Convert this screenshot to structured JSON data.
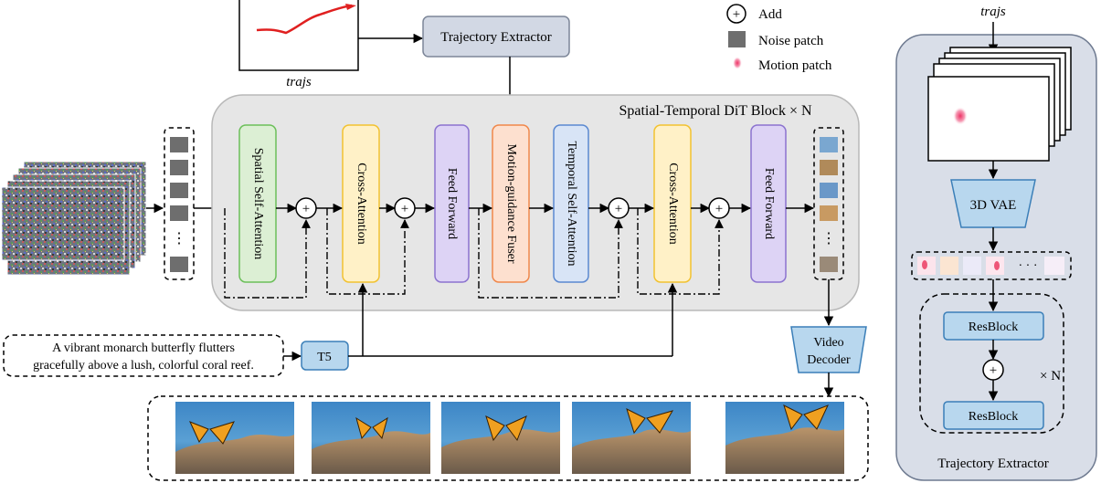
{
  "legend": {
    "add_label": "Add",
    "noise_label": "Noise patch",
    "motion_label": "Motion patch"
  },
  "inputs": {
    "traj_label": "trajs",
    "prompt_line1": "A vibrant monarch butterfly flutters",
    "prompt_line2": "gracefully above a lush, colorful coral reef."
  },
  "blocks": {
    "trajectory_extractor": "Trajectory Extractor",
    "dit_title": "Spatial-Temporal DiT Block × N",
    "spatial_self_attention": "Spatial Self-Attention",
    "cross_attention_1": "Cross-Attention",
    "feed_forward_1": "Feed Forward",
    "motion_guidance_fuser": "Motion-guidance Fuser",
    "temporal_self_attention": "Temporal Self-Attention",
    "cross_attention_2": "Cross-Attention",
    "feed_forward_2": "Feed Forward",
    "t5": "T5",
    "video_decoder_line1": "Video",
    "video_decoder_line2": "Decoder",
    "dots": "⋮"
  },
  "extractor_panel": {
    "input_label": "trajs",
    "vae_label": "3D VAE",
    "patch_dots": "· · ·",
    "resblock_1": "ResBlock",
    "resblock_2": "ResBlock",
    "repeat_label": "× N",
    "title": "Trajectory Extractor"
  },
  "colors": {
    "spatial_attn_fill": "#dcefd4",
    "spatial_attn_stroke": "#6cbf5a",
    "cross_attn_fill": "#fff1c7",
    "cross_attn_stroke": "#f2c230",
    "feed_forward_fill": "#ddd3f5",
    "feed_forward_stroke": "#8b73cf",
    "fuser_fill": "#fde0cf",
    "fuser_stroke": "#f0874a",
    "temporal_fill": "#d8e4f6",
    "temporal_stroke": "#5a88d0",
    "extractor_fill": "#d2d8e4",
    "extractor_stroke": "#7c8698",
    "blue_block_fill": "#b8d7ee",
    "blue_block_stroke": "#3b7fb8",
    "panel_fill": "#d9dee8",
    "dit_fill": "#e6e6e6",
    "trajectory_line": "#e02020",
    "motion_patch": "#ee5577"
  }
}
